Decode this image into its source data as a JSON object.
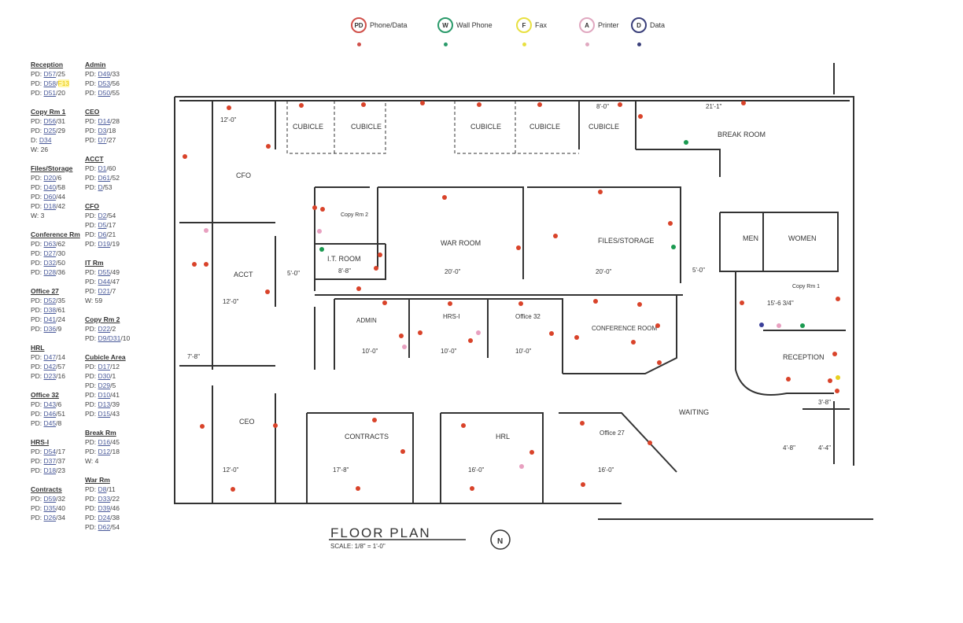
{
  "legend": [
    {
      "code": "PD",
      "label": "Phone/Data",
      "color": "#d0504a"
    },
    {
      "code": "W",
      "label": "Wall Phone",
      "color": "#2a9a6a"
    },
    {
      "code": "F",
      "label": "Fax",
      "color": "#e8e040"
    },
    {
      "code": "A",
      "label": "Printer",
      "color": "#e0a8c0"
    },
    {
      "code": "D",
      "label": "Data",
      "color": "#3a3f7a"
    }
  ],
  "rooms_col1": [
    {
      "title": "Reception",
      "lines": [
        [
          "PD: ",
          "D57",
          "/25"
        ],
        [
          "PD: ",
          "D58",
          "/",
          "F13"
        ],
        [
          "PD: ",
          "D51",
          "/20"
        ]
      ]
    },
    {
      "title": "Copy Rm 1",
      "lines": [
        [
          "PD: ",
          "D56",
          "/31"
        ],
        [
          "PD: ",
          "D25",
          "/29"
        ],
        [
          "D: ",
          "D34",
          ""
        ],
        [
          "W: 26",
          "",
          ""
        ]
      ]
    },
    {
      "title": "Files/Storage",
      "lines": [
        [
          "PD: ",
          "D20",
          "/6"
        ],
        [
          "PD: ",
          "D40",
          "/58"
        ],
        [
          "PD: ",
          "D60",
          "/44"
        ],
        [
          "PD: ",
          "D18",
          "/42"
        ],
        [
          "W: 3",
          "",
          ""
        ]
      ]
    },
    {
      "title": "Conference Rm",
      "lines": [
        [
          "PD: ",
          "D63",
          "/62"
        ],
        [
          "PD: ",
          "D27",
          "/30"
        ],
        [
          "PD: ",
          "D32",
          "/50"
        ],
        [
          "PD: ",
          "D28",
          "/36"
        ]
      ]
    },
    {
      "title": "Office 27",
      "lines": [
        [
          "PD: ",
          "D52",
          "/35"
        ],
        [
          "PD: ",
          "D38",
          "/61"
        ],
        [
          "PD: ",
          "D41",
          "/24"
        ],
        [
          "PD: ",
          "D36",
          "/9"
        ]
      ]
    },
    {
      "title": "HRL",
      "lines": [
        [
          "PD: ",
          "D47",
          "/14"
        ],
        [
          "PD: ",
          "D42",
          "/57"
        ],
        [
          "PD: ",
          "D23",
          "/16"
        ]
      ]
    },
    {
      "title": "Office 32",
      "lines": [
        [
          "PD: ",
          "D43",
          "/6"
        ],
        [
          "PD: ",
          "D46",
          "/51"
        ],
        [
          "PD: ",
          "D45",
          "/8"
        ]
      ]
    },
    {
      "title": "HRS-I",
      "lines": [
        [
          "PD: ",
          "D54",
          "/17"
        ],
        [
          "PD: ",
          "D37",
          "/37"
        ],
        [
          "PD: ",
          "D18",
          "/23"
        ]
      ]
    },
    {
      "title": "Contracts",
      "lines": [
        [
          "PD: ",
          "D59",
          "/32"
        ],
        [
          "PD: ",
          "D35",
          "/40"
        ],
        [
          "PD: ",
          "D26",
          "/34"
        ]
      ]
    }
  ],
  "rooms_col2": [
    {
      "title": "Admin",
      "lines": [
        [
          "PD: ",
          "D49",
          "/33"
        ],
        [
          "PD: ",
          "D53",
          "/56"
        ],
        [
          "PD: ",
          "D50",
          "/55"
        ]
      ]
    },
    {
      "title": "CEO",
      "lines": [
        [
          "PD: ",
          "D14",
          "/28"
        ],
        [
          "PD: ",
          "D3",
          "/18"
        ],
        [
          "PD: ",
          "D7",
          "/27"
        ]
      ]
    },
    {
      "title": "ACCT",
      "lines": [
        [
          "PD: ",
          "D1",
          "/60"
        ],
        [
          "PD: ",
          "D61",
          "/52"
        ],
        [
          "PD: ",
          "D",
          "/53"
        ]
      ]
    },
    {
      "title": "CFO",
      "lines": [
        [
          "PD: ",
          "D2",
          "/54"
        ],
        [
          "PD: ",
          "D5",
          "/17"
        ],
        [
          "PD: ",
          "D6",
          "/21"
        ],
        [
          "PD: ",
          "D19",
          "/19"
        ]
      ]
    },
    {
      "title": "IT Rm",
      "lines": [
        [
          "PD: ",
          "D55",
          "/49"
        ],
        [
          "PD: ",
          "D44",
          "/47"
        ],
        [
          "PD: ",
          "D21",
          "/7"
        ],
        [
          "W: 59",
          "",
          ""
        ]
      ]
    },
    {
      "title": "Copy Rm 2",
      "lines": [
        [
          "PD: ",
          "D22",
          "/2"
        ],
        [
          "PD: ",
          "D9/D31",
          "/10"
        ]
      ]
    },
    {
      "title": "Cubicle Area",
      "lines": [
        [
          "PD: ",
          "D17",
          "/12"
        ],
        [
          "PD: ",
          "D30",
          "/1"
        ],
        [
          "PD: ",
          "D29",
          "/5"
        ],
        [
          "PD: ",
          "D10",
          "/41"
        ],
        [
          "PD: ",
          "D13",
          "/39"
        ],
        [
          "PD: ",
          "D15",
          "/43"
        ]
      ]
    },
    {
      "title": "Break Rm",
      "lines": [
        [
          "PD: ",
          "D16",
          "/45"
        ],
        [
          "PD: ",
          "D12",
          "/18"
        ],
        [
          "W: 4",
          "",
          ""
        ]
      ]
    },
    {
      "title": "War Rm",
      "lines": [
        [
          "PD: ",
          "D8",
          "/11"
        ],
        [
          "PD: ",
          "D33",
          "/22"
        ],
        [
          "PD: ",
          "D39",
          "/46"
        ],
        [
          "PD: ",
          "D24",
          "/38"
        ],
        [
          "PD: ",
          "D62",
          "/54"
        ]
      ]
    }
  ],
  "plan": {
    "title": "FLOOR PLAN",
    "scale": "SCALE: 1/8\" = 1'-0\"",
    "north": "N",
    "rooms": {
      "cubicle": "CUBICLE",
      "break": "BREAK ROOM",
      "cfo": "CFO",
      "war": "WAR ROOM",
      "files": "FILES/STORAGE",
      "copy2": "Copy Rm 2",
      "it": "I.T. ROOM",
      "men": "MEN",
      "women": "WOMEN",
      "copy1": "Copy Rm 1",
      "acct": "ACCT",
      "admin": "ADMIN",
      "hrs": "HRS-I",
      "office32": "Office 32",
      "conf": "CONFERENCE ROOM",
      "reception": "RECEPTION",
      "waiting": "WAITING",
      "ceo": "CEO",
      "contracts": "CONTRACTS",
      "hrl": "HRL",
      "office27": "Office 27"
    }
  }
}
